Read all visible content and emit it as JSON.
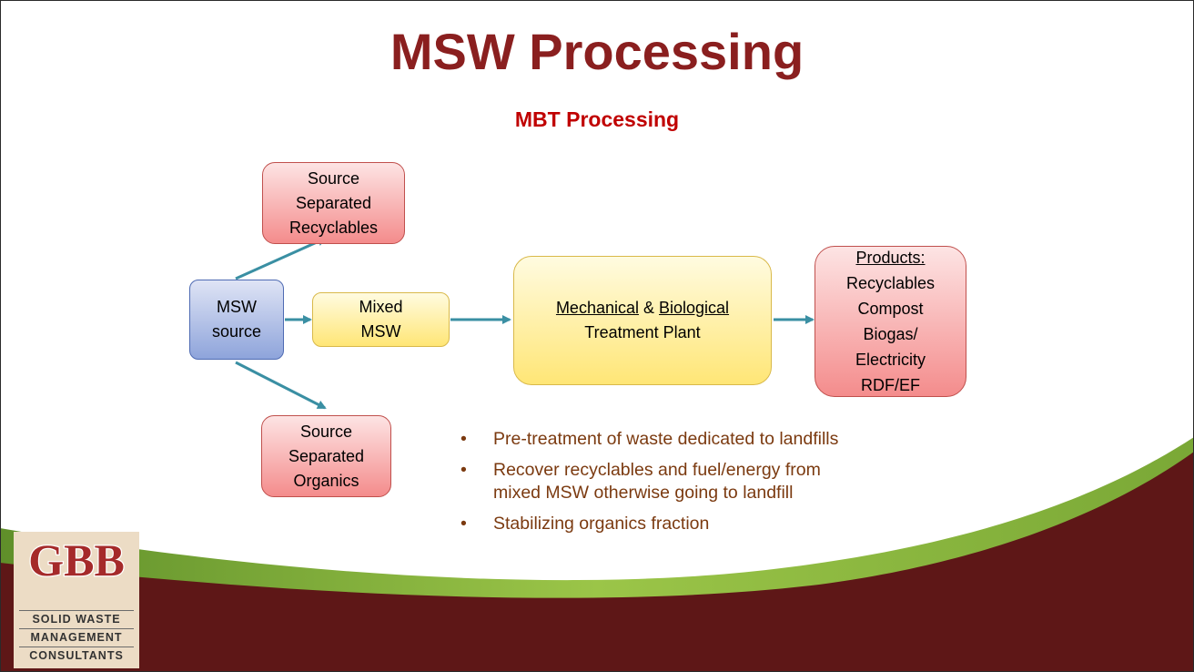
{
  "title": "MSW Processing",
  "subtitle": "MBT Processing",
  "nodes": {
    "msw_source": {
      "line1": "MSW",
      "line2": "source"
    },
    "recyclables": {
      "line1": "Source",
      "line2": "Separated",
      "line3": "Recyclables"
    },
    "organics": {
      "line1": "Source",
      "line2": "Separated",
      "line3": "Organics"
    },
    "mixed": {
      "line1": "Mixed",
      "line2": "MSW"
    },
    "plant": {
      "mechanical": "Mechanical",
      "amp": " & ",
      "biological": "Biological",
      "line2": "Treatment Plant"
    },
    "products": {
      "header": "Products:",
      "items": [
        "Recyclables",
        "Compost",
        "Biogas/",
        "Electricity",
        "RDF/EF"
      ]
    }
  },
  "bullets": [
    "Pre-treatment of waste dedicated to landfills",
    "Recover recyclables and fuel/energy from mixed MSW otherwise going to landfill",
    "Stabilizing organics fraction"
  ],
  "bullet_glyph": "•",
  "logo": {
    "mark": "GBB",
    "lines": [
      "SOLID WASTE",
      "MANAGEMENT",
      "CONSULTANTS"
    ]
  },
  "colors": {
    "title": "#8a1f1f",
    "subtitle": "#c00000",
    "bullet_text": "#7b3a10",
    "arrow": "#3a8fa3",
    "swoosh_dark": "#5e1717",
    "swoosh_green": "#8cb63c"
  }
}
